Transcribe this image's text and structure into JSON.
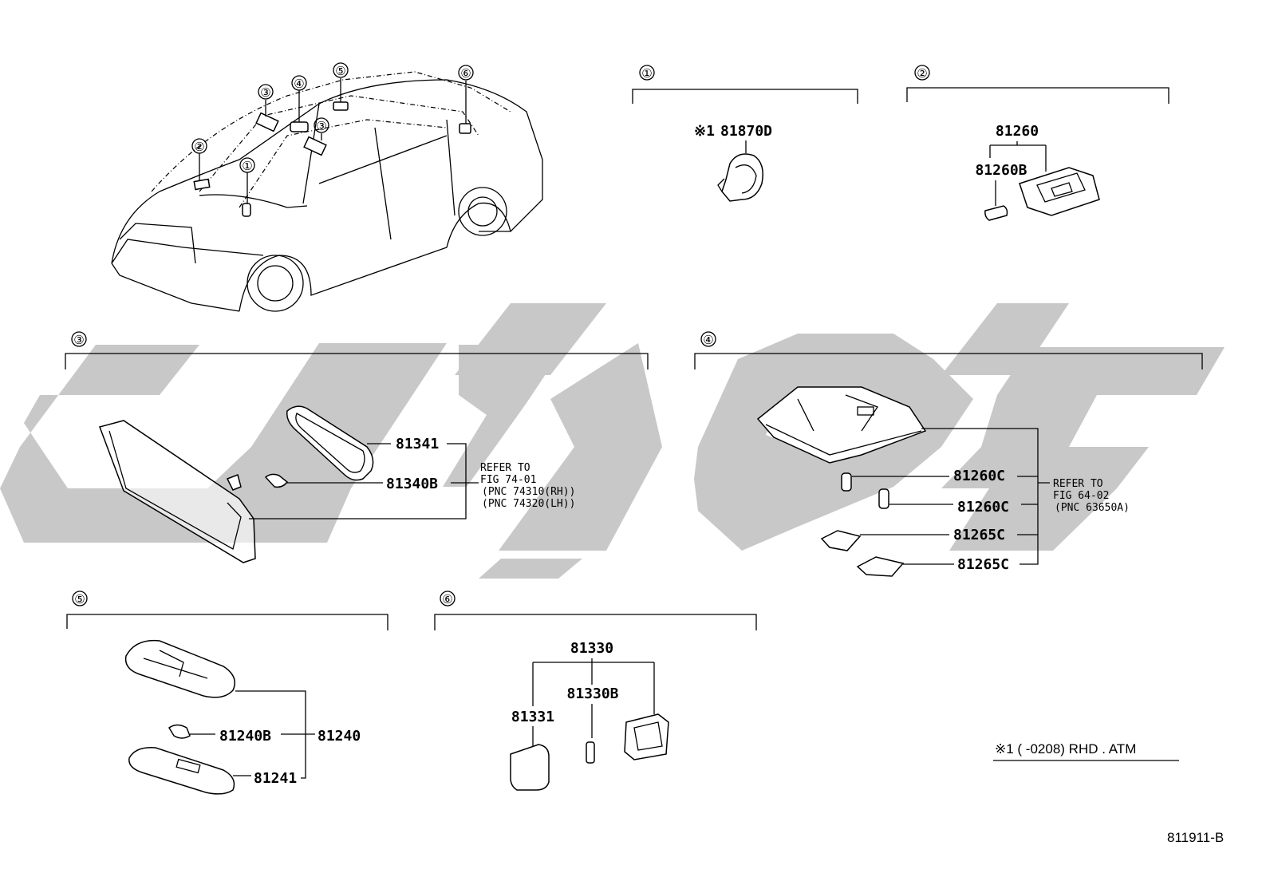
{
  "sections": [
    {
      "id": "1",
      "marker": "①"
    },
    {
      "id": "2",
      "marker": "②"
    },
    {
      "id": "3",
      "marker": "③"
    },
    {
      "id": "4",
      "marker": "④"
    },
    {
      "id": "5",
      "marker": "⑤"
    },
    {
      "id": "6",
      "marker": "⑥"
    }
  ],
  "car_markers": [
    "①",
    "②",
    "③",
    "③",
    "④",
    "⑤",
    "⑥"
  ],
  "parts": {
    "s1": {
      "note_prefix": "※1",
      "p1": "81870D"
    },
    "s2": {
      "assembly": "81260",
      "bulb": "81260B"
    },
    "s3": {
      "frame": "81341",
      "bulb": "81340B",
      "refer": [
        "REFER TO",
        "FIG 74-01",
        "(PNC 74310(RH))",
        "(PNC 74320(LH))"
      ]
    },
    "s4": {
      "p1": "81260C",
      "p2": "81260C",
      "p3": "81265C",
      "p4": "81265C",
      "refer": [
        "REFER TO",
        "FIG 64-02",
        "(PNC 63650A)"
      ]
    },
    "s5": {
      "bulb": "81240B",
      "assembly": "81240",
      "cover": "81241"
    },
    "s6": {
      "assembly": "81330",
      "bulb": "81330B",
      "lens": "81331"
    }
  },
  "footnote": "※1 (      -0208) RHD . ATM",
  "diagram_code": "811911-B",
  "colors": {
    "watermark": "#c4c4c4",
    "line": "#000000"
  }
}
